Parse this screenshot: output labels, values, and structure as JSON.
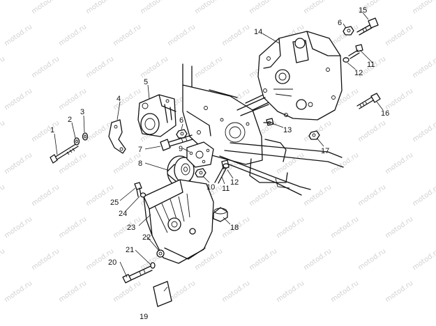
{
  "watermark": {
    "text": "motod.ru",
    "color": "#d2d2d2"
  },
  "diagram": {
    "line_color": "#111111",
    "background": "#ffffff",
    "callouts": [
      "1",
      "2",
      "3",
      "4",
      "5",
      "6",
      "7",
      "8",
      "9",
      "10",
      "11",
      "12",
      "13",
      "14",
      "15",
      "16",
      "17",
      "18",
      "19",
      "20",
      "21",
      "22",
      "23",
      "24",
      "25"
    ],
    "parts": [
      "bolt-1",
      "washer-2",
      "washer-3",
      "bracket-4",
      "motor-5",
      "nut-6",
      "bolt-7",
      "pulley-8",
      "plate-9",
      "nut-10",
      "bolt-11",
      "lock-washer-12",
      "screw-13",
      "gearbox-14",
      "bolt-15",
      "bolt-16",
      "nut-17",
      "spacer-18",
      "decal-19",
      "bolt-20",
      "washer-21",
      "washer-22",
      "belt-guard-23",
      "washer-24",
      "screw-25"
    ]
  }
}
